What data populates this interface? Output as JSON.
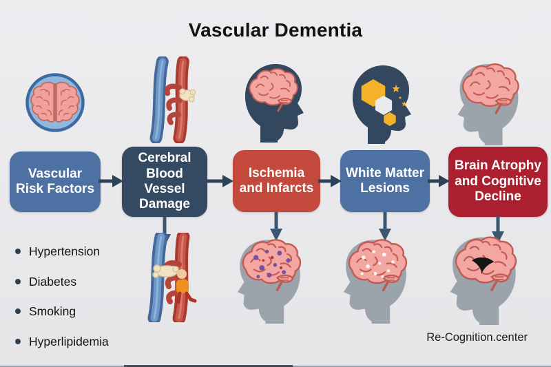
{
  "title": "Vascular Dementia",
  "footer": "Re-Cognition.center",
  "flow": {
    "stages": [
      {
        "label": "Vascular Risk Factors",
        "color": "#4e71a4",
        "icon": "brain-top-view-icon"
      },
      {
        "label": "Cerebral Blood Vessel Damage",
        "color": "#344a63",
        "icon": "blood-vessels-icon"
      },
      {
        "label": "Ischemia and Infarcts",
        "color": "#c3493c",
        "icon": "head-with-brain-icon"
      },
      {
        "label": "White Matter Lesions",
        "color": "#4e71a4",
        "icon": "head-with-hexagons-icon"
      },
      {
        "label": "Brain Atrophy and Cognitive Decline",
        "color": "#ab1f2e",
        "icon": "gray-head-brain-icon"
      }
    ],
    "arrow_color": "#334a63"
  },
  "risk_factors": {
    "items": [
      "Hypertension",
      "Diabetes",
      "Smoking",
      "Hyperlipidemia"
    ]
  },
  "icons": {
    "brain-top-view-icon": "pink brain seen from above inside light-blue circle",
    "blood-vessels-icon": "blue vein and red artery with branches and plaque",
    "vessel-blockage-icon": "vessels with cream plaque blockage and orange figure",
    "head-with-brain-icon": "dark head silhouette with pink brain",
    "head-with-hexagons-icon": "dark head silhouette with yellow hexagons and stars",
    "gray-head-brain-icon": "gray head silhouette with pink brain",
    "brain-infarcts-icon": "gray head, pink brain with purple infarct spots",
    "brain-lesions-icon": "gray head, pink brain with white lesion spots",
    "brain-atrophy-icon": "gray head, shrunken pink brain with black ventricles"
  },
  "palette": {
    "background": "#e9e9ec",
    "steel_blue_box": "#4e71a4",
    "dark_navy_box": "#344a63",
    "red_box": "#c3493c",
    "crimson_box": "#ab1f2e",
    "brain_pink": "#f4a7a2",
    "brain_outline": "#c05a52",
    "head_gray": "#9ba3ab",
    "hex_yellow": "#f3b229"
  }
}
